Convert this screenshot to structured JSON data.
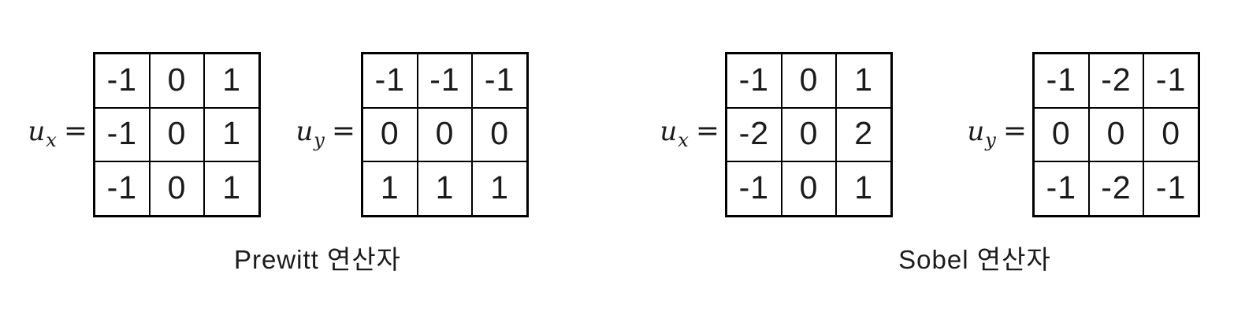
{
  "figure": {
    "background_color": "#ffffff",
    "line_color": "#000000",
    "text_color": "#1b1b1b"
  },
  "groups": [
    {
      "name": "prewitt",
      "caption": "Prewitt 연산자",
      "expressions": [
        {
          "label": {
            "var": "u",
            "sub": "x",
            "eq": "="
          },
          "matrix": [
            [
              "-1",
              "0",
              "1"
            ],
            [
              "-1",
              "0",
              "1"
            ],
            [
              "-1",
              "0",
              "1"
            ]
          ]
        },
        {
          "label": {
            "var": "u",
            "sub": "y",
            "eq": "="
          },
          "matrix": [
            [
              "-1",
              "-1",
              "-1"
            ],
            [
              "0",
              "0",
              "0"
            ],
            [
              "1",
              "1",
              "1"
            ]
          ]
        }
      ]
    },
    {
      "name": "sobel",
      "caption": "Sobel 연산자",
      "expressions": [
        {
          "label": {
            "var": "u",
            "sub": "x",
            "eq": "="
          },
          "matrix": [
            [
              "-1",
              "0",
              "1"
            ],
            [
              "-2",
              "0",
              "2"
            ],
            [
              "-1",
              "0",
              "1"
            ]
          ]
        },
        {
          "label": {
            "var": "u",
            "sub": "y",
            "eq": "="
          },
          "matrix": [
            [
              "-1",
              "-2",
              "-1"
            ],
            [
              "0",
              "0",
              "0"
            ],
            [
              "-1",
              "-2",
              "-1"
            ]
          ]
        }
      ]
    }
  ]
}
